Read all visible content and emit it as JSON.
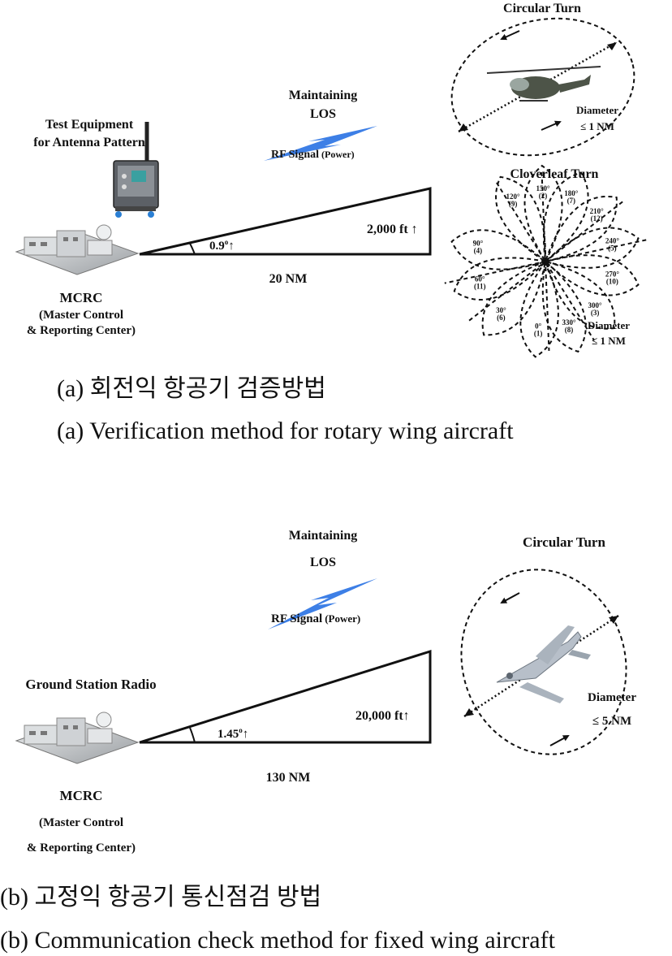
{
  "panel_a": {
    "test_equipment_line1": "Test Equipment",
    "test_equipment_line2": "for Antenna Pattern",
    "maintaining": "Maintaining",
    "los": "LOS",
    "rf_signal": "RF Signal",
    "rf_power": "(Power)",
    "altitude": "2,000 ft",
    "angle": "0.9",
    "distance": "20 NM",
    "mcrc": "MCRC",
    "mcrc_full_1": "(Master Control",
    "mcrc_full_2": "& Reporting Center)",
    "circular_turn": "Circular Turn",
    "diameter_label": "Diameter",
    "diameter_value": "≤ 1 NM",
    "cloverleaf_turn": "Cloverleaf Turn",
    "clover_diameter_label": "Diameter",
    "clover_diameter_value": "≤ 1 NM",
    "clover_headings": [
      {
        "deg": "120°",
        "num": "(9)"
      },
      {
        "deg": "150°",
        "num": "(2)"
      },
      {
        "deg": "180°",
        "num": "(7)"
      },
      {
        "deg": "210°",
        "num": "(12)"
      },
      {
        "deg": "240°",
        "num": "(5)"
      },
      {
        "deg": "270°",
        "num": "(10)"
      },
      {
        "deg": "300°",
        "num": "(3)"
      },
      {
        "deg": "330°",
        "num": "(8)"
      },
      {
        "deg": "0°",
        "num": "(1)"
      },
      {
        "deg": "30°",
        "num": "(6)"
      },
      {
        "deg": "60°",
        "num": "(11)"
      },
      {
        "deg": "90°",
        "num": "(4)"
      }
    ],
    "caption_korean": "(a) 회전익 항공기 검증방법",
    "caption_english": "(a) Verification method for rotary wing aircraft"
  },
  "panel_b": {
    "ground_station": "Ground Station Radio",
    "maintaining": "Maintaining",
    "los": "LOS",
    "rf_signal": "RF Signal",
    "rf_power": "(Power)",
    "altitude": "20,000 ft",
    "angle": "1.45",
    "distance": "130 NM",
    "mcrc": "MCRC",
    "mcrc_full_1": "(Master Control",
    "mcrc_full_2": "& Reporting Center)",
    "circular_turn": "Circular Turn",
    "diameter_label": "Diameter",
    "diameter_value": "≤ 5 NM",
    "caption_korean": "(b) 고정익 항공기 통신점검 방법",
    "caption_english": "(b) Communication check method for fixed wing aircraft"
  },
  "colors": {
    "rf_bolt": "#3d7fe6",
    "ink": "#111111",
    "building": "#b9bcbf"
  },
  "icons": {
    "building": "mcrc-building-icon",
    "equipment": "test-equipment-icon",
    "helicopter": "helicopter-icon",
    "jet": "fighter-jet-icon",
    "bolt": "rf-lightning-icon"
  }
}
